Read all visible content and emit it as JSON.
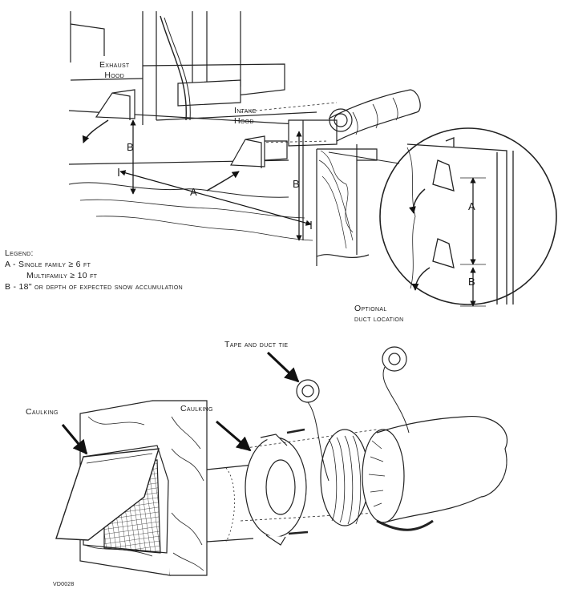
{
  "labels": {
    "exhaust_hood_line1": "Exhaust",
    "exhaust_hood_line2": "Hood",
    "intake_hood_line1": "Intake",
    "intake_hood_line2": "Hood",
    "optional_line1": "Optional",
    "optional_line2": "duct location",
    "tape_duct_tie": "Tape and duct tie",
    "caulking_left": "Caulking",
    "caulking_right": "Caulking"
  },
  "dimensions": {
    "a_main": "A",
    "b_left": "B",
    "b_right": "B",
    "a_inset": "A",
    "b_inset": "B"
  },
  "legend": {
    "title": "Legend:",
    "line_a1": "A - Single family ≥ 6 ft",
    "line_a2": "Multifamily ≥ 10 ft",
    "line_b": "B - 18\" or depth of expected snow accumulation"
  },
  "figure_code": "VD0028"
}
